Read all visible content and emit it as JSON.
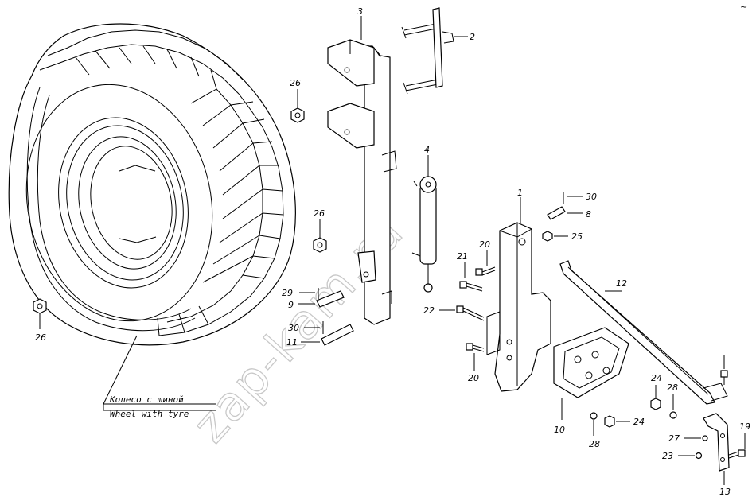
{
  "watermark": "zap-kam.ru",
  "corner_mark": "~",
  "caption": {
    "ru": "Колесо с шиной",
    "en": "Wheel with tyre"
  },
  "callouts": {
    "c1": "1",
    "c2": "2",
    "c3": "3",
    "c4": "4",
    "c8": "8",
    "c9": "9",
    "c10": "10",
    "c11": "11",
    "c12": "12",
    "c13": "13",
    "c19": "19",
    "c20a": "20",
    "c20b": "20",
    "c21": "21",
    "c22": "22",
    "c23": "23",
    "c24a": "24",
    "c24b": "24",
    "c25": "25",
    "c26a": "26",
    "c26b": "26",
    "c26c": "26",
    "c27": "27",
    "c28a": "28",
    "c28b": "28",
    "c29": "29",
    "c30a": "30",
    "c30b": "30"
  }
}
